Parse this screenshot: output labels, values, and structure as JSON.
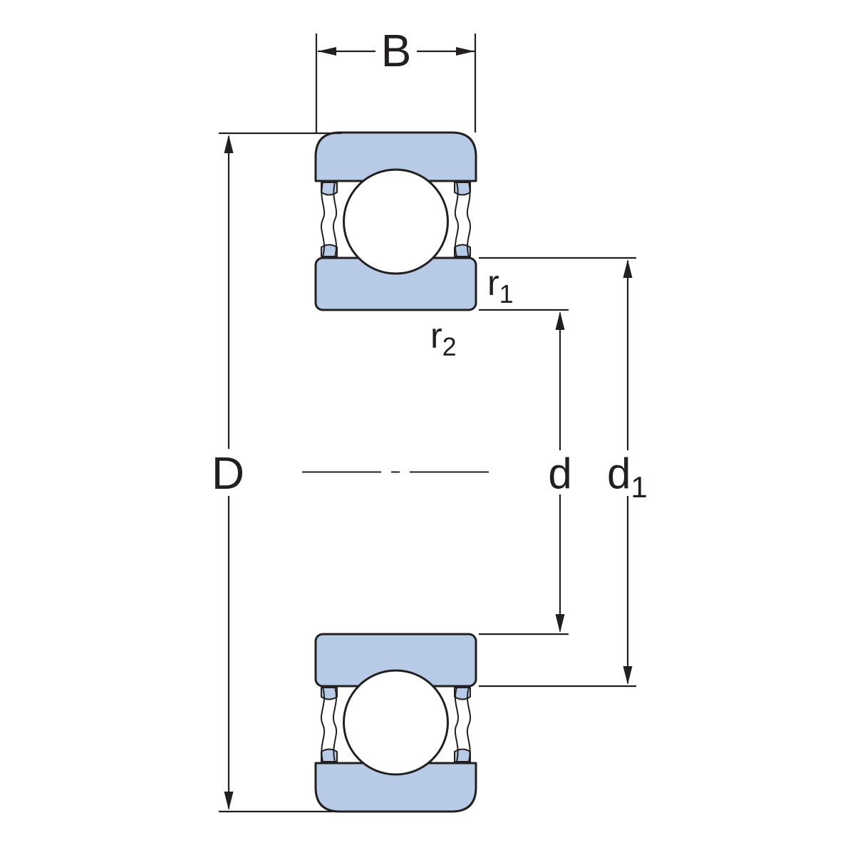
{
  "diagram": {
    "labels": {
      "width": "B",
      "outer_diameter": "D",
      "bore_diameter": "d",
      "inner_shoulder_main": "d",
      "inner_shoulder_sub": "1",
      "radius1_main": "r",
      "radius1_sub": "1",
      "radius2_main": "r",
      "radius2_sub": "2"
    },
    "colors": {
      "part_fill": "#b7cbe6",
      "line": "#231f20",
      "background": "#ffffff"
    }
  }
}
